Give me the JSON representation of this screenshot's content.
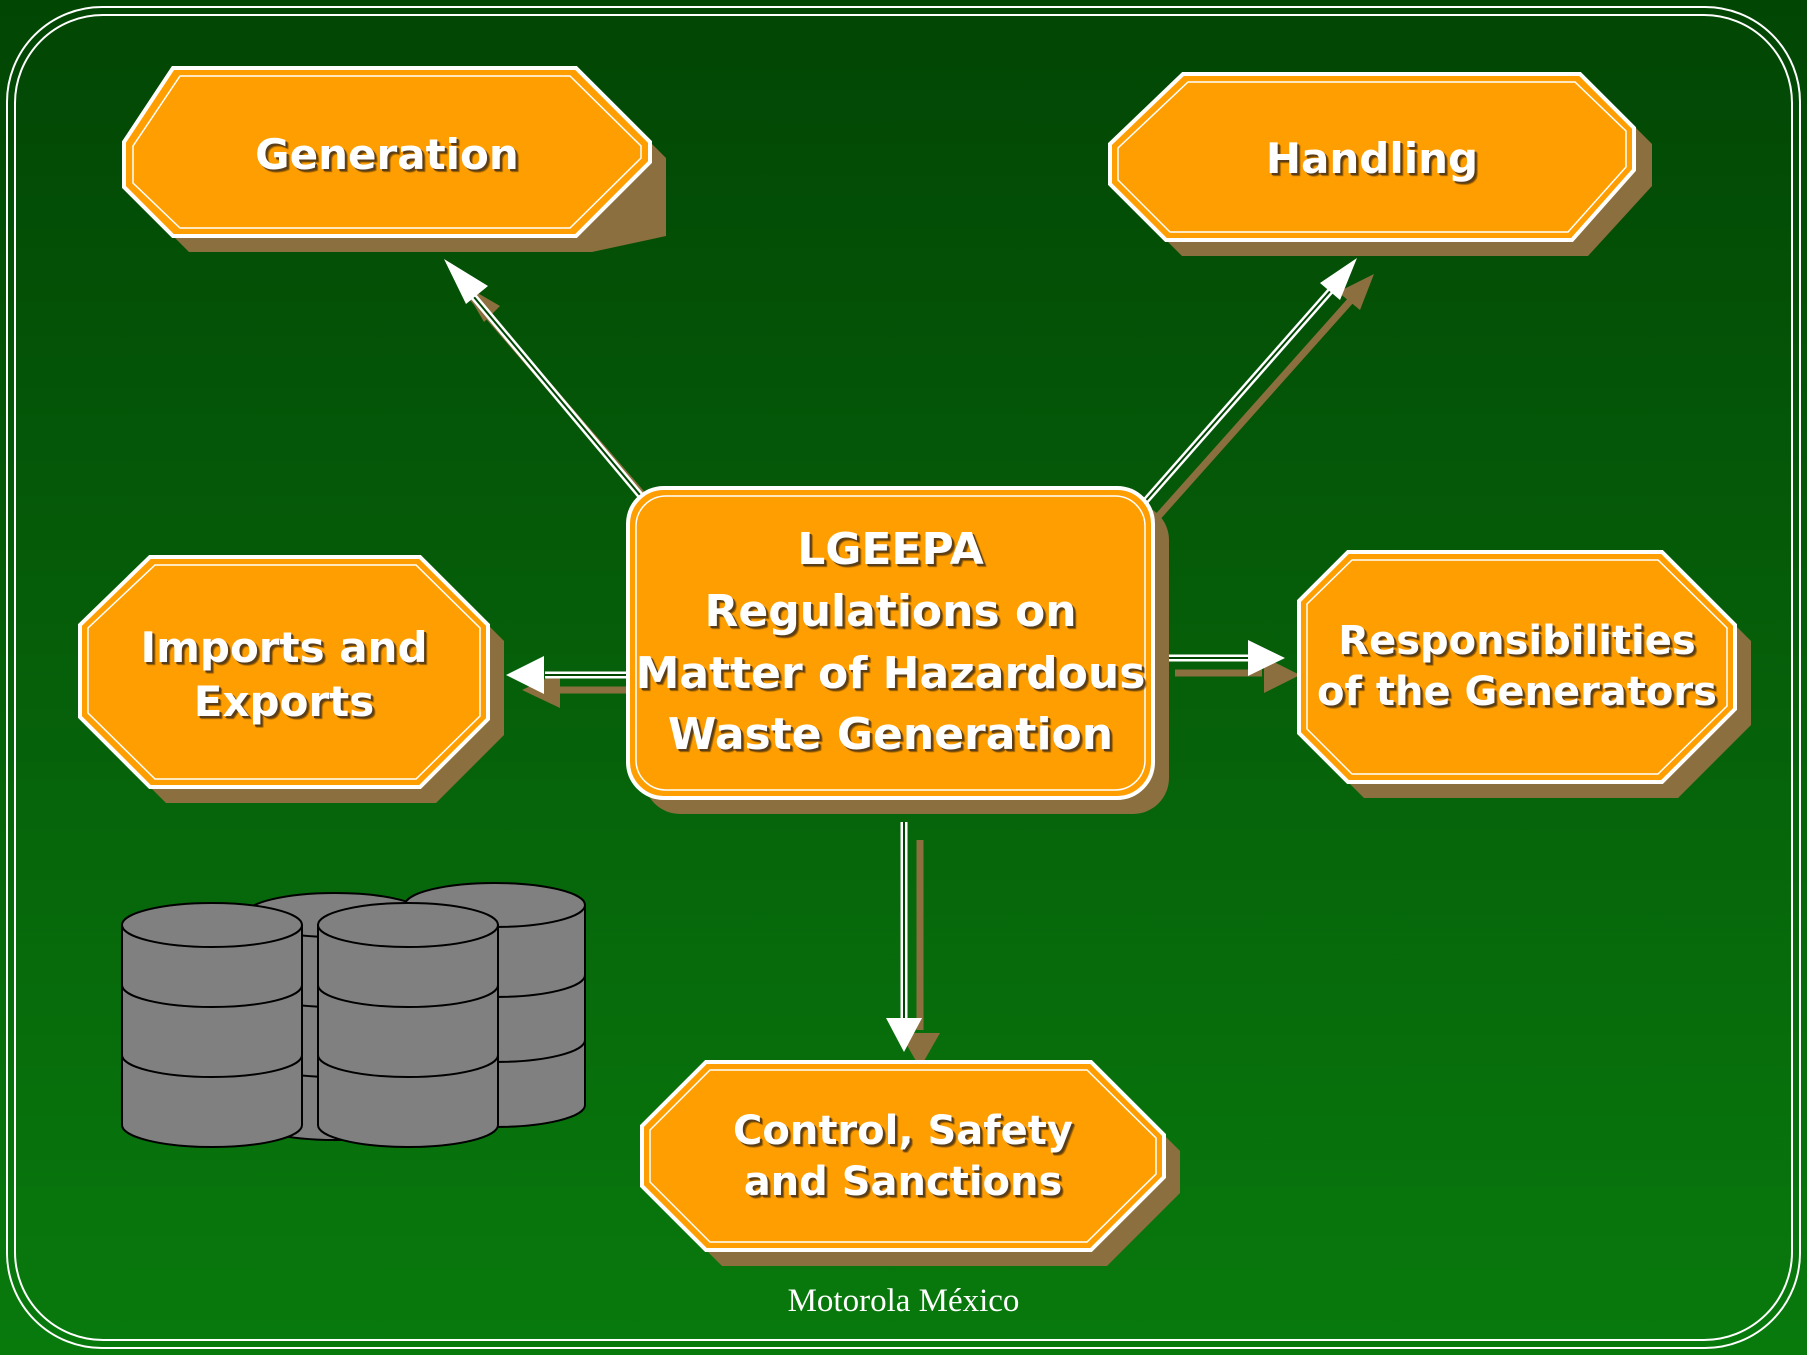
{
  "diagram": {
    "center": {
      "text": "LGEEPA\nRegulations on\nMatter of Hazardous\nWaste Generation"
    },
    "nodes": {
      "generation": {
        "text": "Generation"
      },
      "handling": {
        "text": "Handling"
      },
      "imports": {
        "text": "Imports and\nExports"
      },
      "responsibilities": {
        "text": "Responsibilities\nof the Generators"
      },
      "control": {
        "text": "Control, Safety\nand Sanctions"
      }
    },
    "edges": [
      {
        "from": "center",
        "to": "generation"
      },
      {
        "from": "center",
        "to": "handling"
      },
      {
        "from": "center",
        "to": "imports"
      },
      {
        "from": "center",
        "to": "responsibilities"
      },
      {
        "from": "center",
        "to": "control"
      }
    ],
    "illustration": "stacked-barrels"
  },
  "footer": {
    "text": "Motorola México"
  },
  "colors": {
    "background_top": "#024604",
    "background_bottom": "#087a0c",
    "box_fill": "#ff9e00",
    "box_shadow": "#8b6f3e",
    "box_border": "#ffffff",
    "arrow": "#ffffff",
    "arrow_shadow": "#8b6f3e",
    "barrel": "#808080"
  }
}
